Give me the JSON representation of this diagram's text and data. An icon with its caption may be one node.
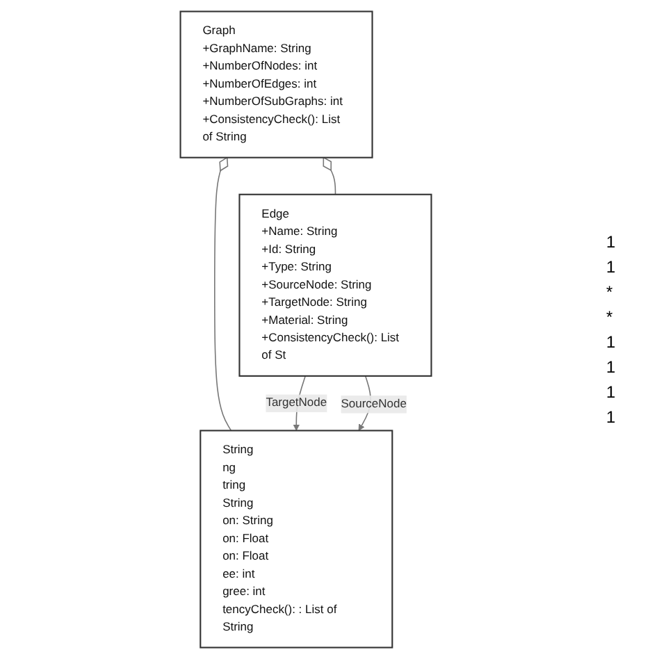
{
  "diagram": {
    "nodes": [
      {
        "text": [
          "Graph",
          "+GraphName: String",
          "+NumberOfNodes: int",
          "+NumberOfEdges: int",
          "+NumberOfSubGraphs: int",
          "+ConsistencyCheck(): List of String"
        ]
      },
      {
        "text": [
          "String",
          "ng",
          "tring",
          "String",
          "on: String",
          "on: Float",
          "on: Float",
          "ee: int",
          "gree: int",
          "tencyCheck(): : List of String"
        ]
      },
      {
        "text": [
          "Edge",
          "+Name: String",
          "+Id: String",
          "+Type: String",
          "+SourceNode: String",
          "+TargetNode: String",
          "+Material: String",
          "+ConsistencyCheck(): List of St"
        ]
      }
    ],
    "edges": [
      {
        "from": 0,
        "to": 1,
        "arrow": "other"
      },
      {
        "from": 0,
        "to": 2,
        "arrow": "other"
      },
      {
        "from": 2,
        "to": 1,
        "arrow": "to",
        "label": "TargetNode"
      },
      {
        "from": 2,
        "to": 1,
        "arrow": "to",
        "label": "SourceNode"
      }
    ],
    "labels": [
      "1",
      "1",
      "*",
      "*",
      "1",
      "1",
      "1",
      "1"
    ]
  }
}
